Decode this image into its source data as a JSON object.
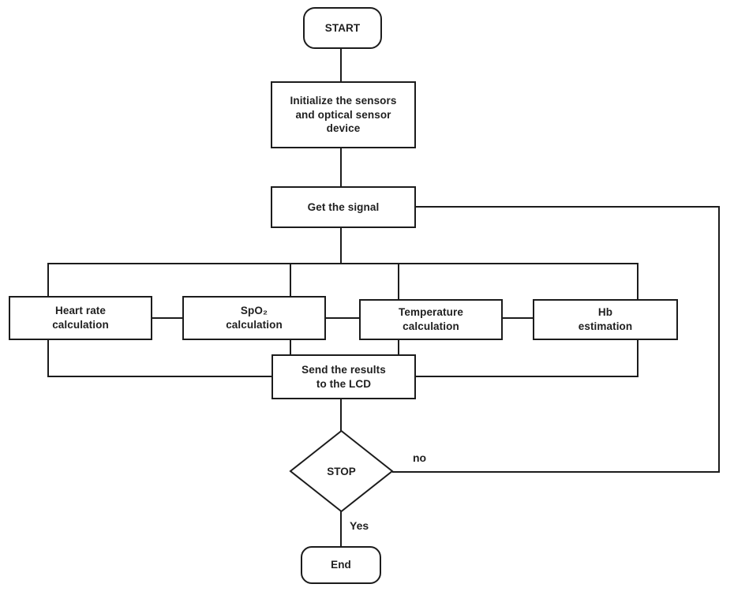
{
  "flowchart": {
    "nodes": {
      "start": {
        "label": "START"
      },
      "initialize": {
        "label": "Initialize the sensors\nand optical sensor\ndevice"
      },
      "get_signal": {
        "label": "Get the signal"
      },
      "heart_rate": {
        "label": "Heart rate\ncalculation"
      },
      "spo2": {
        "label": "SpO₂\ncalculation"
      },
      "temperature": {
        "label": "Temperature\ncalculation"
      },
      "hb": {
        "label": "Hb\nestimation"
      },
      "send_lcd": {
        "label": "Send the results\nto the LCD"
      },
      "stop": {
        "label": "STOP"
      },
      "end": {
        "label": "End"
      }
    },
    "edge_labels": {
      "no": "no",
      "yes": "Yes"
    },
    "colors": {
      "line": "#1c1c1c",
      "node_fill": "#ffffff",
      "background": "#ffffff",
      "text": "#1f1f1f"
    }
  }
}
